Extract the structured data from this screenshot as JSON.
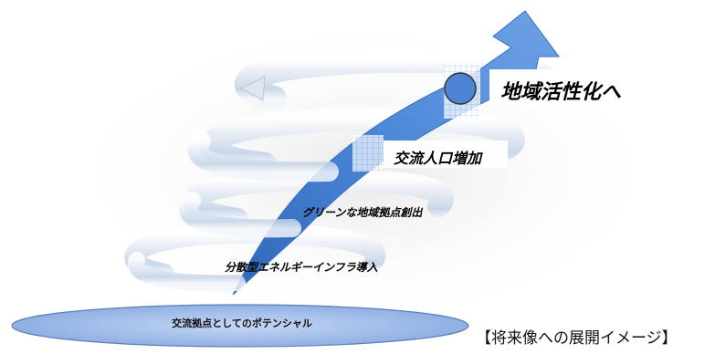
{
  "diagram": {
    "base": "交流拠点としてのポテンシャル",
    "steps": [
      "分散型エネルギーインフラ導入",
      "グリーンな地域拠点創出",
      "交流人口増加",
      "地域活性化へ"
    ],
    "caption": "【将来像への展開イメージ】",
    "colors": {
      "arrow": "#4d86d6",
      "arrow_dark": "#2e63b3",
      "ring": "#cfdaea",
      "base_ellipse": "#a9c2ec",
      "label_box": "#ffffff"
    }
  }
}
